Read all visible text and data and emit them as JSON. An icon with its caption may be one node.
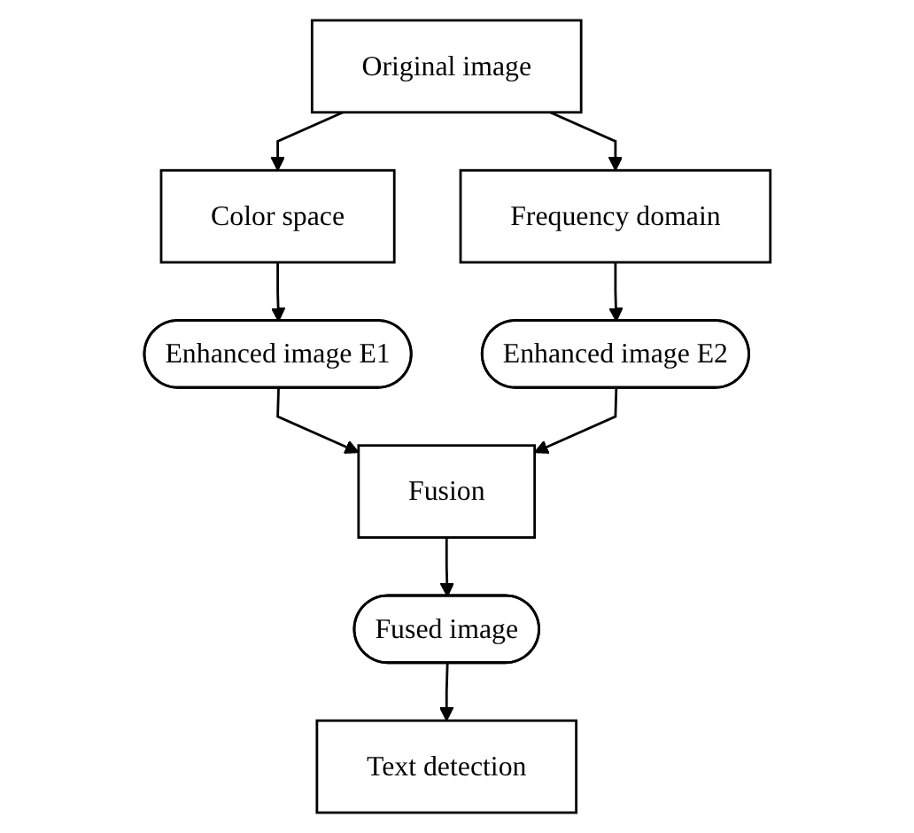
{
  "diagram": {
    "nodes": [
      {
        "text": [
          "Original image"
        ]
      },
      {
        "text": [
          "Color space"
        ]
      },
      {
        "text": [
          "Frequency domain"
        ]
      },
      {
        "text": [
          "Enhanced image E1"
        ]
      },
      {
        "text": [
          "Enhanced image E2"
        ]
      },
      {
        "text": [
          "Fusion"
        ]
      },
      {
        "text": [
          "Fused image"
        ]
      },
      {
        "text": [
          "Text detection"
        ]
      }
    ],
    "edges": [
      {
        "from": 0,
        "to": 1,
        "arrow": "to"
      },
      {
        "from": 0,
        "to": 2,
        "arrow": "to"
      },
      {
        "from": 1,
        "to": 3,
        "arrow": "to"
      },
      {
        "from": 2,
        "to": 4,
        "arrow": "to"
      },
      {
        "from": 3,
        "to": 5,
        "arrow": "to"
      },
      {
        "from": 4,
        "to": 5,
        "arrow": "to"
      },
      {
        "from": 5,
        "to": 6,
        "arrow": "to"
      },
      {
        "from": 6,
        "to": 7,
        "arrow": "to"
      }
    ]
  }
}
